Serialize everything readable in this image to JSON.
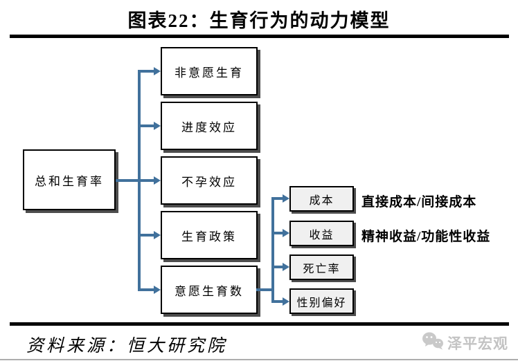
{
  "title": "图表22：生育行为的动力模型",
  "colors": {
    "connector": "#41719C",
    "box_shadow": "#4d4d4d",
    "sub_box_fill": "#f0f0f0",
    "watermark": "#c3c3c3"
  },
  "diagram": {
    "root": {
      "label": "总和生育率"
    },
    "factors": [
      {
        "label": "非意愿生育"
      },
      {
        "label": "进度效应"
      },
      {
        "label": "不孕效应"
      },
      {
        "label": "生育政策"
      },
      {
        "label": "意愿生育数"
      }
    ],
    "subfactors": [
      {
        "label": "成本",
        "annotation": "直接成本/间接成本"
      },
      {
        "label": "收益",
        "annotation": "精神收益/功能性收益"
      },
      {
        "label": "死亡率"
      },
      {
        "label": "性别偏好"
      }
    ]
  },
  "footer": {
    "source": "资料来源：恒大研究院",
    "watermark": "泽平宏观"
  }
}
